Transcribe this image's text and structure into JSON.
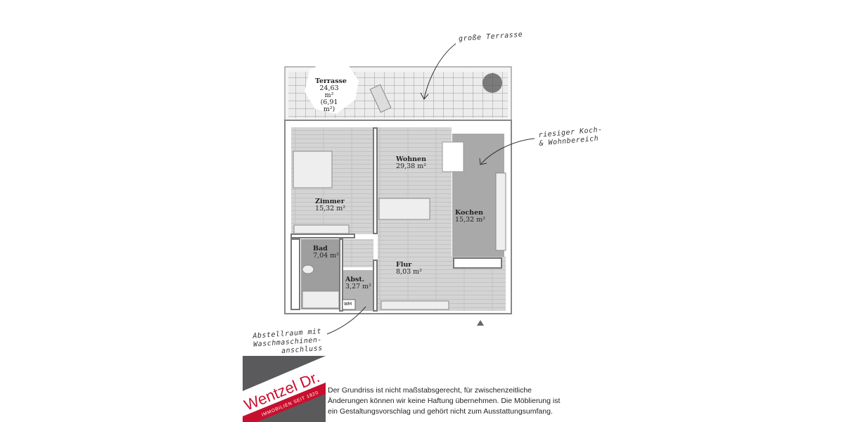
{
  "rooms": {
    "terrasse": {
      "name": "Terrasse",
      "area": "24,63 m²",
      "area_alt": "(6,91 m²)"
    },
    "wohnen": {
      "name": "Wohnen",
      "area": "29,38 m²"
    },
    "zimmer": {
      "name": "Zimmer",
      "area": "15,32 m²"
    },
    "kochen": {
      "name": "Kochen",
      "area": "15,32 m²"
    },
    "bad": {
      "name": "Bad",
      "area": "7,04 m²"
    },
    "flur": {
      "name": "Flur",
      "area": "8,03 m²"
    },
    "abst": {
      "name": "Abst.",
      "area": "3,27 m²"
    },
    "wm": "WM"
  },
  "annotations": {
    "terrace": "große Terrasse",
    "kitchen_line1": "riesiger Koch-",
    "kitchen_line2": "& Wohnbereich",
    "storage_line1": "Abstellraum mit",
    "storage_line2": "Waschmaschinen-",
    "storage_line3": "anschluss"
  },
  "logo": {
    "name": "Wentzel Dr.",
    "tagline": "IMMOBILIEN SEIT 1820",
    "colors": {
      "gray": "#5a5a5c",
      "red": "#c8102e"
    }
  },
  "disclaimer": [
    "Der Grundriss ist nicht maßstabsgerecht, für zwischenzeitliche",
    "Änderungen können wir keine Haftung übernehmen. Die Möblierung ist",
    "ein Gestaltungsvorschlag und gehört nicht zum Ausstattungsumfang."
  ]
}
